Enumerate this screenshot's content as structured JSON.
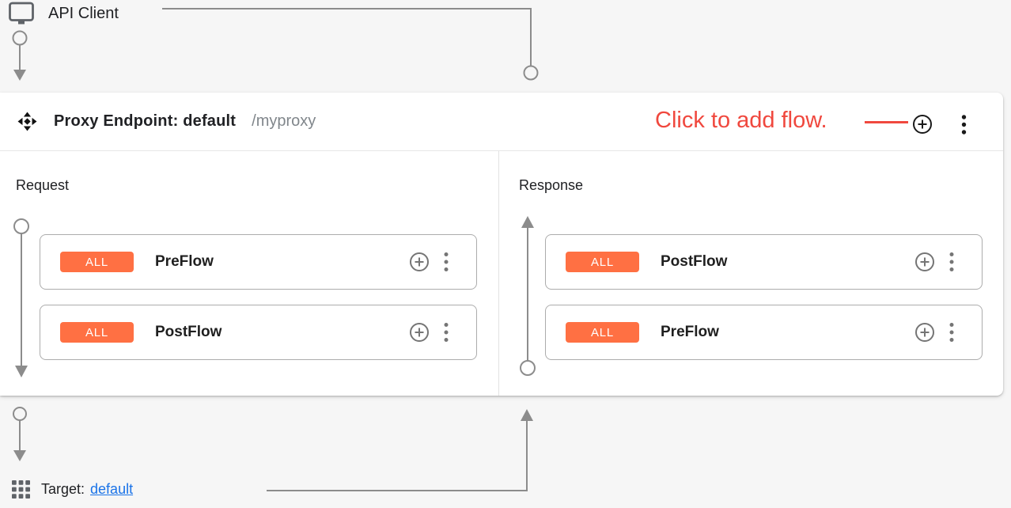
{
  "api_client": {
    "label": "API Client",
    "icon": "monitor-icon"
  },
  "proxy_endpoint": {
    "icon": "move-arrows-icon",
    "title": "Proxy Endpoint: default",
    "basepath": "/myproxy",
    "annotation": "Click to add flow.",
    "header_actions": {
      "add": "plus-circle-icon",
      "menu": "kebab-menu-icon"
    },
    "request": {
      "label": "Request",
      "flows": [
        {
          "badge": "ALL",
          "name": "PreFlow"
        },
        {
          "badge": "ALL",
          "name": "PostFlow"
        }
      ]
    },
    "response": {
      "label": "Response",
      "flows": [
        {
          "badge": "ALL",
          "name": "PostFlow"
        },
        {
          "badge": "ALL",
          "name": "PreFlow"
        }
      ]
    }
  },
  "target": {
    "icon": "grid-icon",
    "label": "Target:",
    "link": "default"
  },
  "colors": {
    "annotation_red": "#F0483E",
    "badge_orange": "#FF7043",
    "link_blue": "#1A73E8",
    "connector_gray": "#8C8C8C",
    "card_background": "#FFFFFF",
    "page_background": "#F6F6F6"
  }
}
